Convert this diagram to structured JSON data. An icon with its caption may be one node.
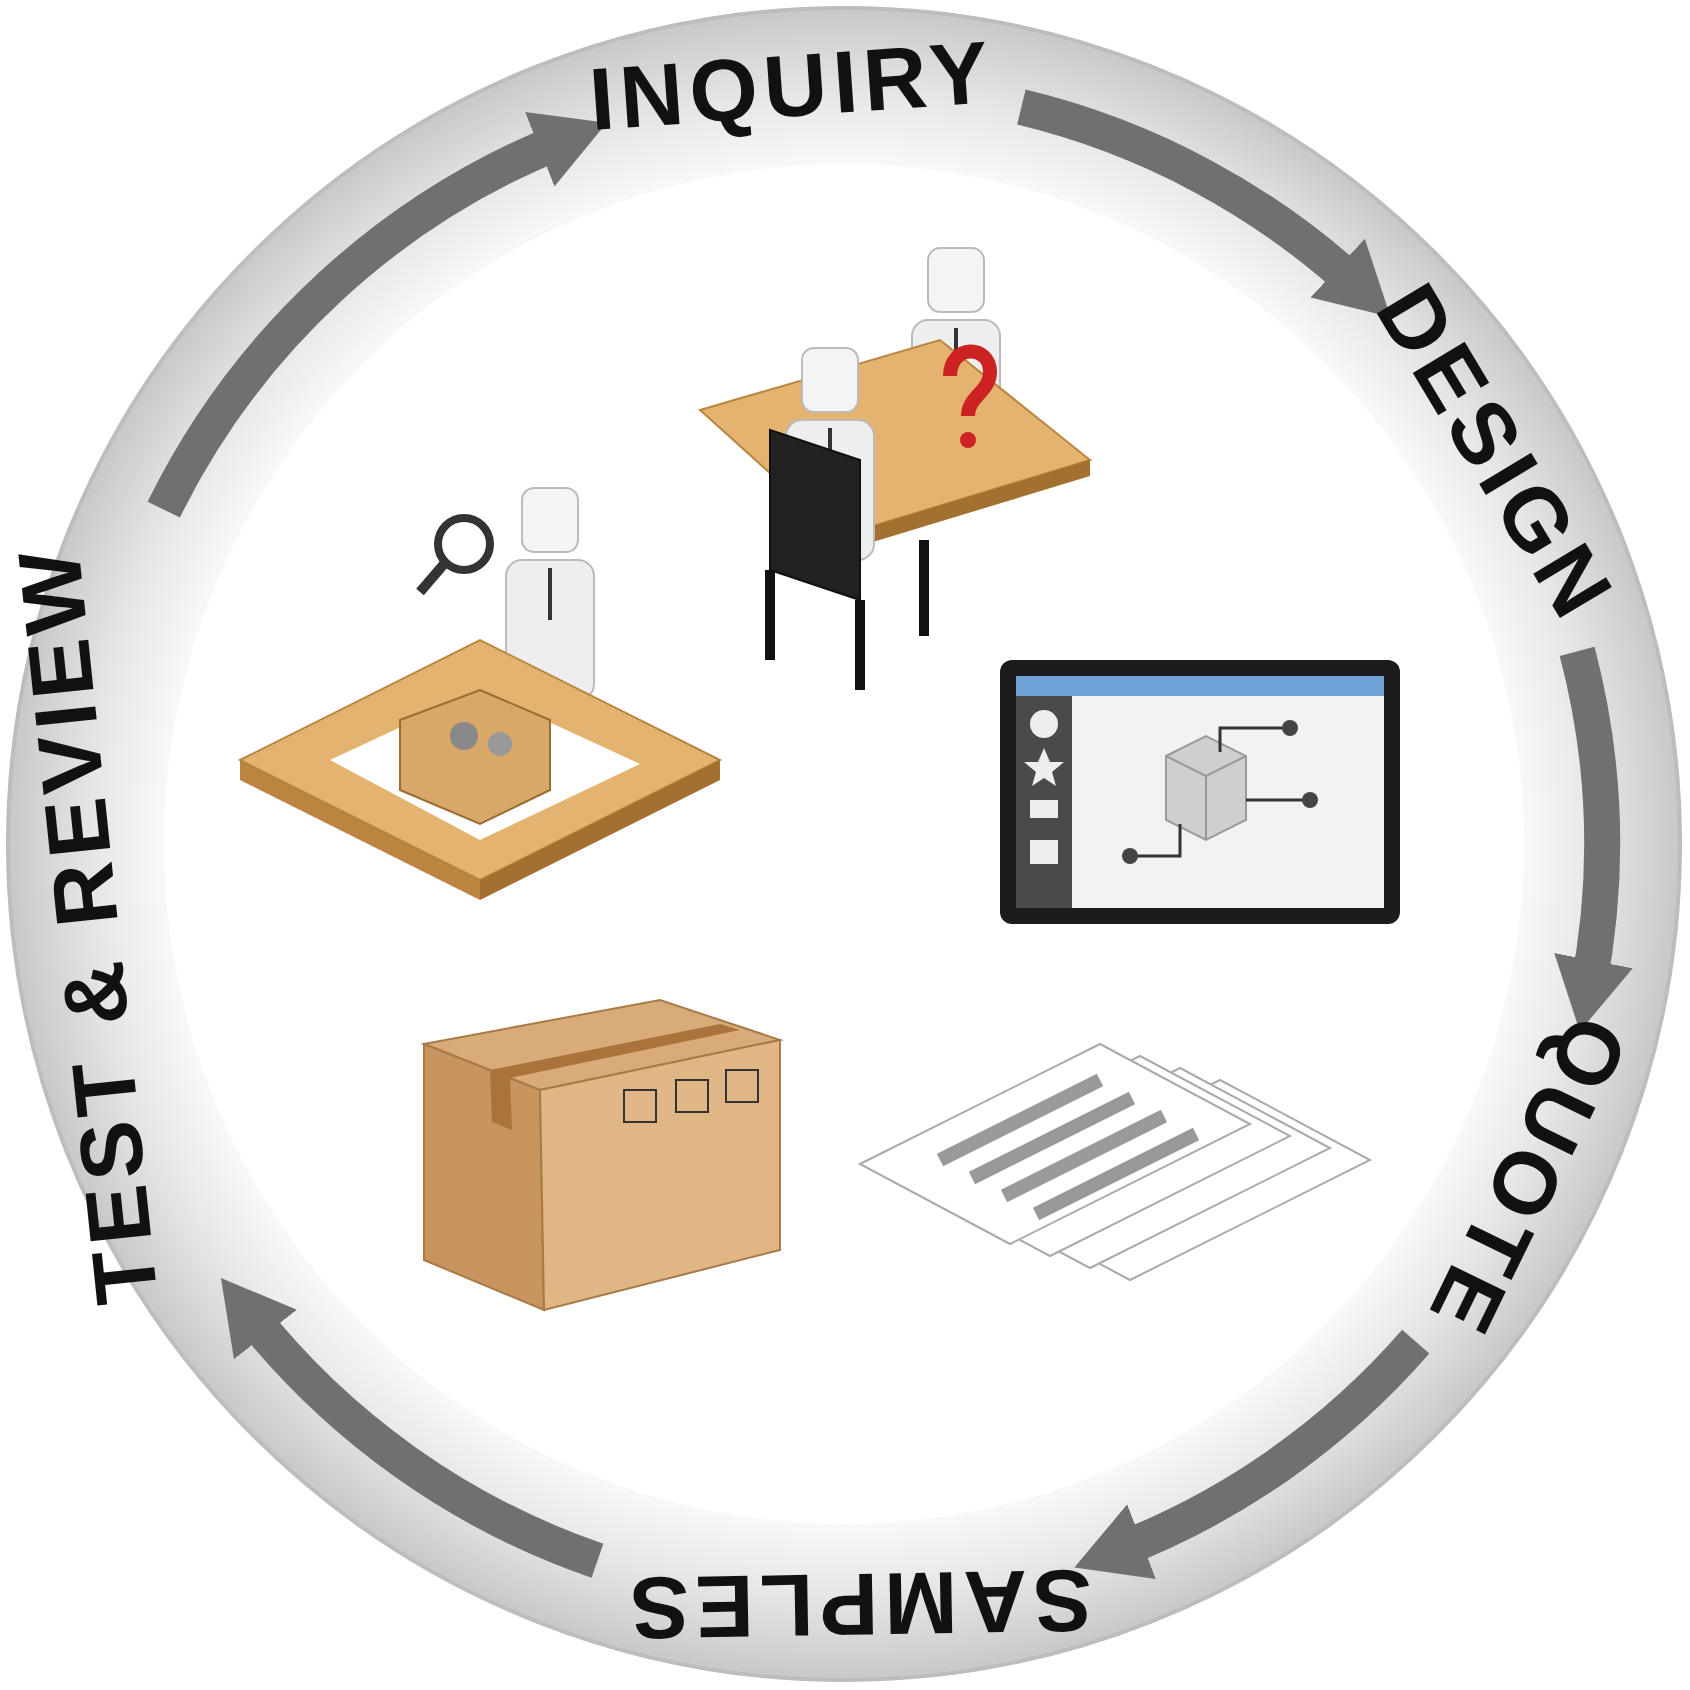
{
  "diagram": {
    "nodes": [
      {
        "text": [
          "INQUIRY"
        ]
      },
      {
        "text": [
          "DESIGN"
        ]
      },
      {
        "text": [
          "QUOTE"
        ]
      },
      {
        "text": [
          "SAMPLES"
        ]
      },
      {
        "text": [
          "TEST & REVIEW"
        ]
      }
    ],
    "edges": [
      {
        "from": 0,
        "to": 1,
        "arrow": "to"
      },
      {
        "from": 1,
        "to": 2,
        "arrow": "to"
      },
      {
        "from": 2,
        "to": 3,
        "arrow": "to"
      },
      {
        "from": 3,
        "to": 4,
        "arrow": "to"
      },
      {
        "from": 4,
        "to": 0,
        "arrow": "to"
      }
    ]
  }
}
